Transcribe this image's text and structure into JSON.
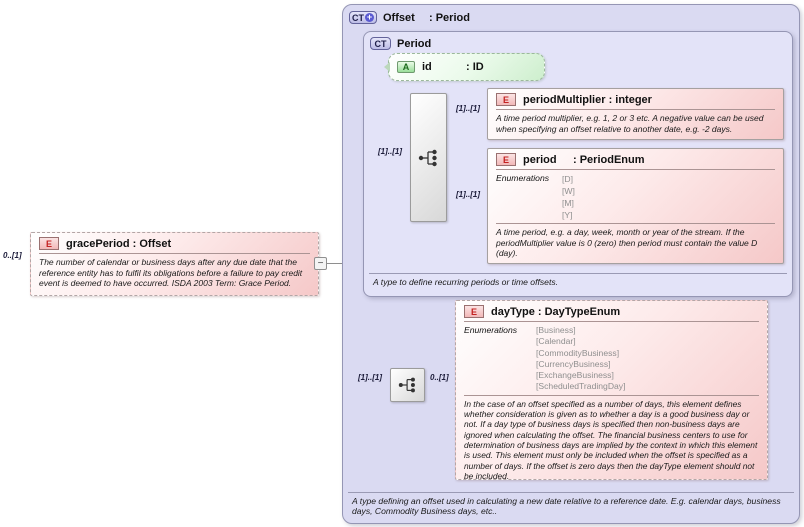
{
  "glyphs": {
    "plus": "+",
    "minus": "−"
  },
  "grace": {
    "badge": "E",
    "name": "gracePeriod",
    "type": ": Offset",
    "cardinality": "0..[1]",
    "doc": "The number of calendar or business days after any due date that the reference entity has to fulfil its obligations before a failure to pay credit event is deemed to have occurred. ISDA 2003 Term: Grace Period."
  },
  "offset": {
    "badge": "CT",
    "name": "Offset",
    "type": ": Period",
    "doc": "A type defining an offset used in calculating a new date relative to a reference date. E.g. calendar days, business days, Commodity Business days, etc.."
  },
  "period_ct": {
    "badge": "CT",
    "name": "Period",
    "content_cardinality": "[1]..[1]",
    "doc": "A type to define recurring periods or time offsets."
  },
  "id_attr": {
    "badge": "A",
    "name": "id",
    "type": ": ID"
  },
  "period_multiplier": {
    "badge": "E",
    "name": "periodMultiplier",
    "type": ": integer",
    "cardinality": "[1]..[1]",
    "doc": "A time period multiplier, e.g. 1, 2 or 3 etc. A negative value can be used when specifying an offset relative to another date, e.g. -2 days."
  },
  "period_el": {
    "badge": "E",
    "name": "period",
    "type": ": PeriodEnum",
    "cardinality": "[1]..[1]",
    "enum_label": "Enumerations",
    "enums": [
      "[D]",
      "[W]",
      "[M]",
      "[Y]"
    ],
    "doc": "A time period, e.g. a day, week, month or year of the stream. If the periodMultiplier value is 0 (zero) then period must contain the value D (day)."
  },
  "day_type": {
    "badge": "E",
    "name": "dayType",
    "type": ": DayTypeEnum",
    "cardinality_left": "[1]..[1]",
    "cardinality_right": "0..[1]",
    "enum_label": "Enumerations",
    "enums": [
      "[Business]",
      "[Calendar]",
      "[CommodityBusiness]",
      "[CurrencyBusiness]",
      "[ExchangeBusiness]",
      "[ScheduledTradingDay]"
    ],
    "doc": "In the case of an offset specified as a number of days, this element defines whether consideration is given as to whether a day is a good business day or not. If a day type of business days is specified then non-business days are ignored when calculating the offset. The financial business centers to use for determination of business days are implied by the context in which this element is used. This element must only be included when the offset is specified as a number of days. If the offset is zero days then the dayType element should not be included."
  }
}
